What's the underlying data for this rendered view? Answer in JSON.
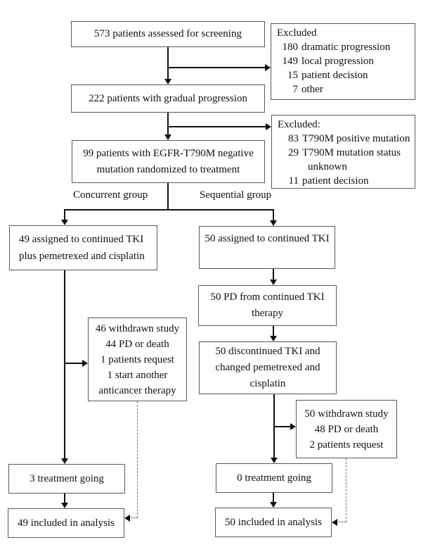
{
  "figure": {
    "screened": {
      "text": "573 patients assessed for screening"
    },
    "excluded_screening": {
      "title": "Excluded",
      "items": [
        {
          "num": "180",
          "text": "dramatic progression"
        },
        {
          "num": "149",
          "text": "local progression"
        },
        {
          "num": "15",
          "text": "patient decision"
        },
        {
          "num": "7",
          "text": "other"
        }
      ]
    },
    "gradual": {
      "text": "222 patients with gradual progression"
    },
    "excluded_t790m": {
      "title": "Excluded:",
      "items": [
        {
          "num": "83",
          "text": "T790M positive mutation"
        },
        {
          "num": "29",
          "text": "T790M mutation status"
        },
        {
          "num": "",
          "text": "unknown"
        },
        {
          "num": "11",
          "text": "patient decision"
        }
      ]
    },
    "randomized": {
      "lines": [
        "99 patients with EGFR-T790M negative",
        "mutation randomized to treatment"
      ]
    },
    "branch_labels": {
      "concurrent": "Concurrent group",
      "sequential": "Sequential group"
    },
    "concurrent": {
      "assigned": {
        "lines": [
          "49 assigned to continued TKI",
          "plus pemetrexed and cisplatin"
        ]
      },
      "withdrawn": {
        "lines": [
          "46 withdrawn study",
          "44 PD or death",
          "1 patients request",
          "1 start another",
          "anticancer therapy"
        ]
      },
      "ongoing": {
        "text": "3 treatment going"
      },
      "analysis": {
        "text": "49 included in analysis"
      }
    },
    "sequential": {
      "assigned": {
        "text": "50 assigned to continued TKI"
      },
      "pd": {
        "lines": [
          "50 PD from continued TKI",
          "therapy"
        ]
      },
      "discontinued": {
        "lines": [
          "50 discontinued TKI and",
          "changed pemetrexed and",
          "cisplatin"
        ]
      },
      "withdrawn": {
        "lines": [
          "50 withdrawn study",
          "48 PD or death",
          "2 patients request"
        ]
      },
      "ongoing": {
        "text": "0 treatment going"
      },
      "analysis": {
        "text": "50 included in analysis"
      }
    }
  },
  "colors": {
    "background": "#ffffff",
    "box_border": "#595959",
    "line": "#111111",
    "dashed_line": "#777777",
    "text": "#111111"
  }
}
